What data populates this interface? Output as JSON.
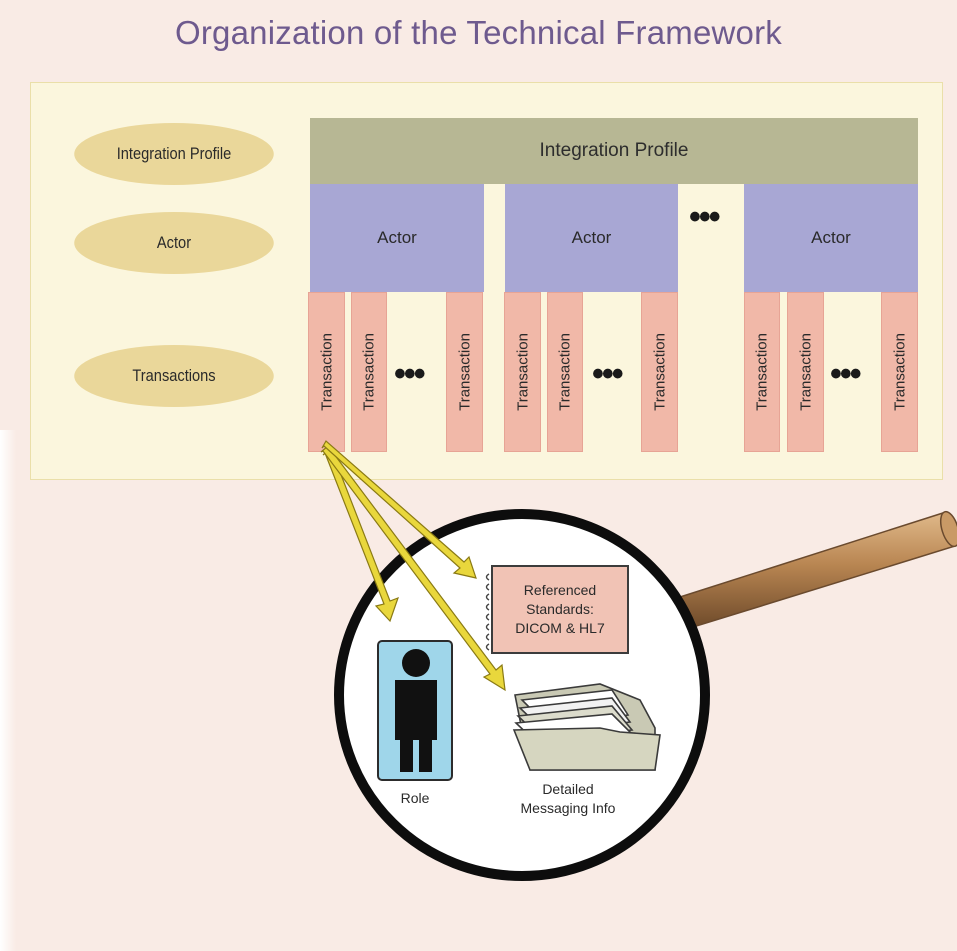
{
  "title": "Organization of the Technical Framework",
  "legend": {
    "integration_profile": "Integration Profile",
    "actor": "Actor",
    "transactions": "Transactions"
  },
  "diagram": {
    "integration_profile_label": "Integration Profile",
    "actors": [
      "Actor",
      "Actor",
      "Actor"
    ],
    "ellipsis": "•••",
    "transaction_label": "Transaction"
  },
  "magnifier": {
    "referenced_standards": [
      "Referenced",
      "Standards:",
      "DICOM & HL7"
    ],
    "role_label": "Role",
    "messaging_info": [
      "Detailed",
      "Messaging Info"
    ]
  },
  "colors": {
    "background": "#f9ebe5",
    "panel": "#fbf6dd",
    "integration_profile_bar": "#b7b794",
    "actor": "#a8a7d4",
    "transaction": "#f1b8a8",
    "legend_pill": "#ead79a",
    "arrow": "#e3d23c",
    "title": "#6e5a8e",
    "role_card": "#9fd6ea"
  }
}
